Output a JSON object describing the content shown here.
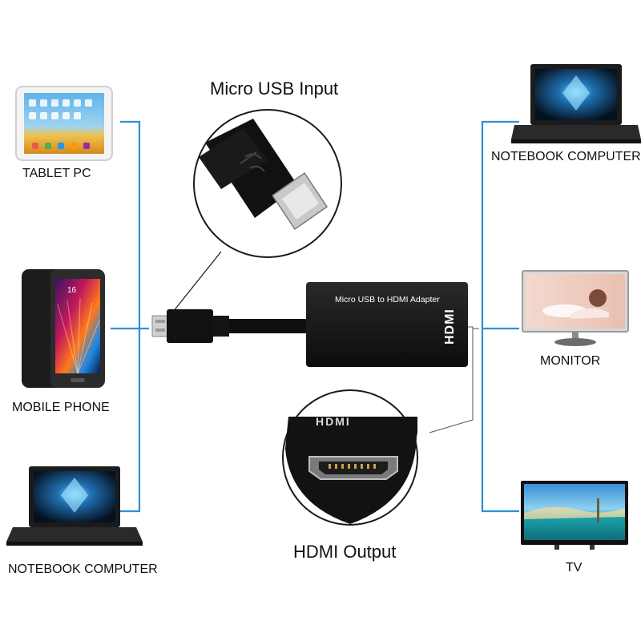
{
  "devices": {
    "tablet": {
      "label": "TABLET PC"
    },
    "phone": {
      "label": "MOBILE PHONE"
    },
    "notebook_left": {
      "label": "NOTEBOOK COMPUTER"
    },
    "notebook_right": {
      "label": "NOTEBOOK COMPUTER"
    },
    "monitor": {
      "label": "MONITOR"
    },
    "tv": {
      "label": "TV"
    }
  },
  "callouts": {
    "input": "Micro USB Input",
    "output": "HDMI Output"
  },
  "adapter": {
    "label": "Micro USB to HDMI Adapter",
    "logo_text": "HDMI"
  },
  "phone_screen": {
    "clock": "16"
  },
  "colors": {
    "connector_line": "#2f8fd6",
    "adapter_body": "#141414",
    "text": "#111111"
  },
  "icons": {
    "tablet": "tablet-icon",
    "phone": "smartphone-icon",
    "notebook": "laptop-icon",
    "monitor": "monitor-icon",
    "tv": "tv-icon",
    "micro_usb_plug": "micro-usb-plug-icon",
    "hdmi_port": "hdmi-port-icon"
  }
}
